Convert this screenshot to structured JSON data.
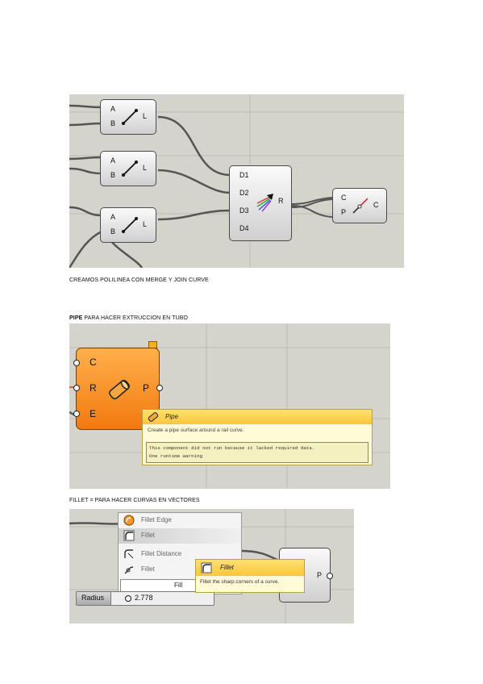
{
  "captions": {
    "merge": "CREAMOS POLILINEA CON MERGE Y JOIN CURVE",
    "pipe_bold": "PIPE",
    "pipe_rest": " PARA HACER EXTRUCCION EN TUBO",
    "fillet": "FILLET  = PARA HACER CURVAS EN VECTORES"
  },
  "panel1": {
    "line_nodes": [
      {
        "in_a": "A",
        "in_b": "B",
        "out": "L"
      },
      {
        "in_a": "A",
        "in_b": "B",
        "out": "L"
      },
      {
        "in_a": "A",
        "in_b": "B",
        "out": "L"
      }
    ],
    "merge_node": {
      "inputs": [
        "D1",
        "D2",
        "D3",
        "D4"
      ],
      "output": "R"
    },
    "join_node": {
      "inputs": [
        "C",
        "P"
      ],
      "output": "C"
    }
  },
  "panel2": {
    "pipe_node": {
      "inputs": [
        "C",
        "R",
        "E"
      ],
      "output": "P"
    },
    "tooltip": {
      "title": "Pipe",
      "description": "Create a pipe surface around a rail curve.",
      "warning_line1": "This component did not run because it lacked required data.",
      "warning_line2": "One runtime warning"
    }
  },
  "panel3": {
    "menu_items": [
      "Fillet Edge",
      "Fillet",
      "Fillet Distance",
      "Fillet"
    ],
    "search_value": "Fill",
    "tooltip": {
      "title": "Fillet",
      "description": "Fillet the sharp corners of a curve."
    },
    "radius": {
      "label": "Radius",
      "value": "2.778"
    },
    "node": {
      "output": "P"
    }
  },
  "colors": {
    "canvas": "#d4d4cc",
    "orange": "#f28a1c",
    "tooltip": "#fffbd6"
  }
}
